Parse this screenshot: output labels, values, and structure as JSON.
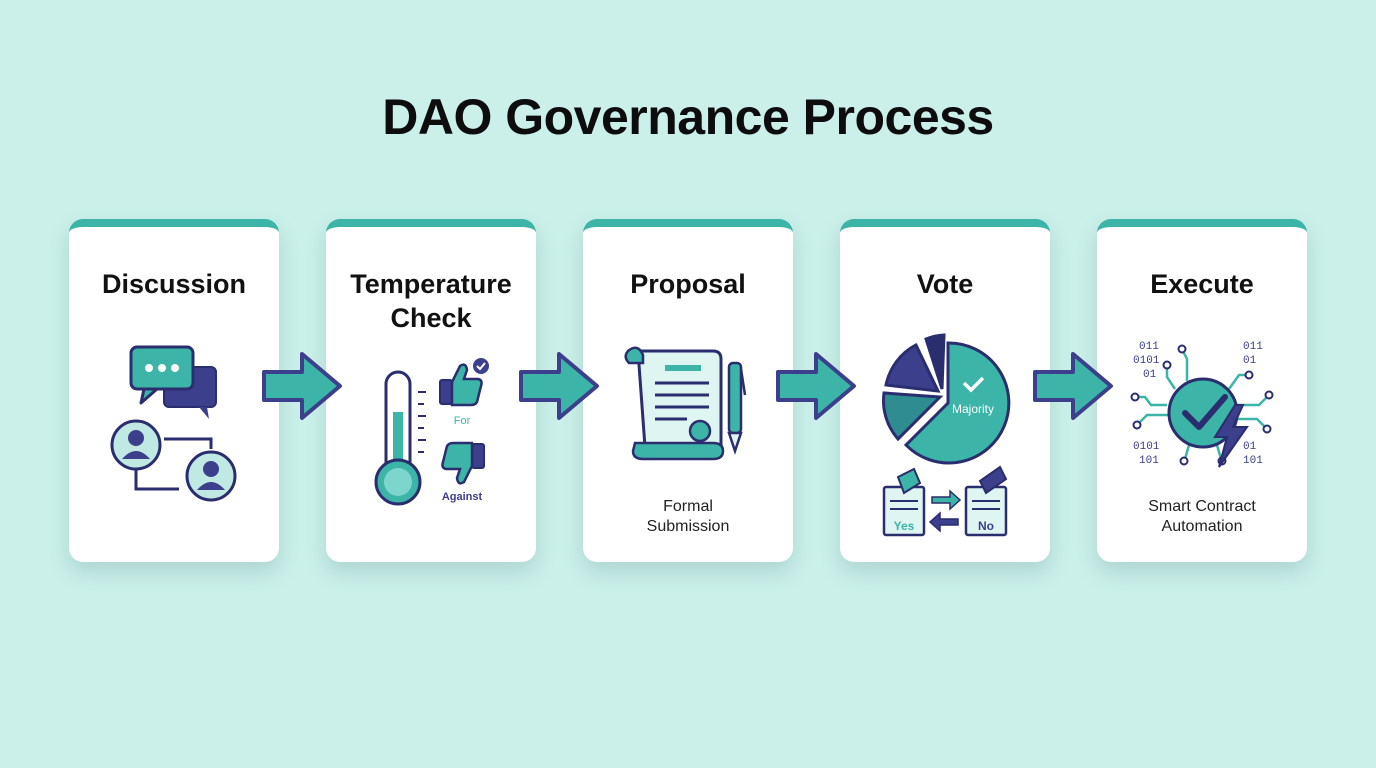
{
  "title": "DAO Governance Process",
  "steps": [
    {
      "title": "Discussion",
      "subtitle": "",
      "icon": "chat-users-icon"
    },
    {
      "title": "Temperature Check",
      "subtitle": "",
      "icon": "thermometer-icon",
      "for_label": "For",
      "against_label": "Against"
    },
    {
      "title": "Proposal",
      "subtitle": "Formal Submission",
      "icon": "document-pen-icon"
    },
    {
      "title": "Vote",
      "subtitle": "",
      "icon": "pie-chart-icon",
      "majority_label": "Majority",
      "yes_label": "Yes",
      "no_label": "No"
    },
    {
      "title": "Execute",
      "subtitle": "Smart Contract Automation",
      "icon": "smart-contract-icon",
      "binary_a": "011",
      "binary_b": "0101",
      "binary_c": "01",
      "binary_d": "101"
    }
  ],
  "colors": {
    "teal": "#3cb4a7",
    "navy": "#3b3f8c",
    "light": "#dff5f1",
    "background": "#cbf0ea"
  }
}
